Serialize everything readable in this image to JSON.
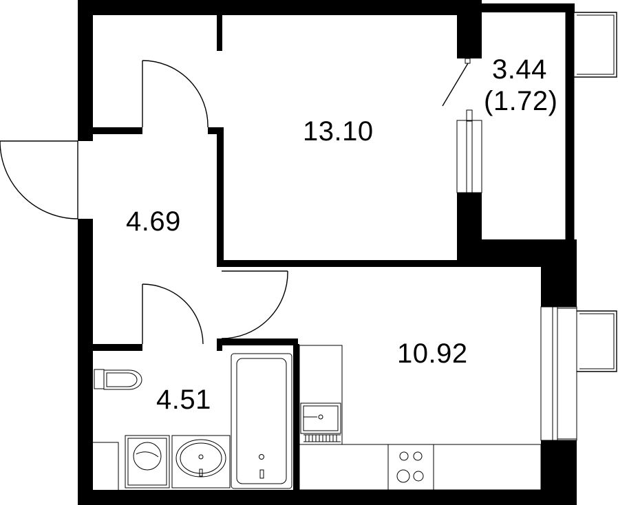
{
  "colors": {
    "wall": "#000000",
    "background": "#ffffff"
  },
  "rooms": {
    "bedroom": {
      "area": "13.10"
    },
    "balcony": {
      "area": "3.44",
      "area_reduced": "(1.72)"
    },
    "hallway": {
      "area": "4.69"
    },
    "kitchen": {
      "area": "10.92"
    },
    "bathroom": {
      "area": "4.51"
    }
  }
}
